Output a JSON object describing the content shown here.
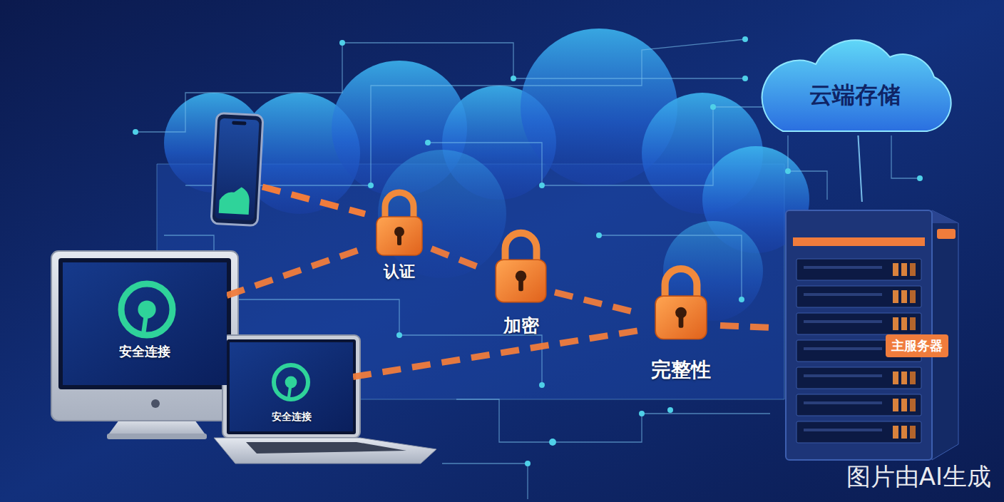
{
  "diagram": {
    "nodes": [
      {
        "text": [
          "安全连接"
        ]
      },
      {
        "text": [
          "安全连接"
        ]
      },
      {
        "text": [
          "认证"
        ]
      },
      {
        "text": [
          "加密"
        ]
      },
      {
        "text": [
          "完整性"
        ]
      },
      {
        "text": [
          "云端存储"
        ]
      },
      {
        "text": [
          "主服务器"
        ]
      }
    ],
    "edges": [
      {
        "from": 0,
        "to": 2,
        "arrow": "none"
      },
      {
        "from": 2,
        "to": 3,
        "arrow": "none"
      },
      {
        "from": 3,
        "to": 4,
        "arrow": "none"
      },
      {
        "from": 4,
        "to": 6,
        "arrow": "none"
      },
      {
        "from": 1,
        "to": 4,
        "arrow": "none"
      },
      {
        "from": 5,
        "to": 6,
        "arrow": "none"
      }
    ],
    "labels": [
      "图片由AI生成"
    ]
  }
}
